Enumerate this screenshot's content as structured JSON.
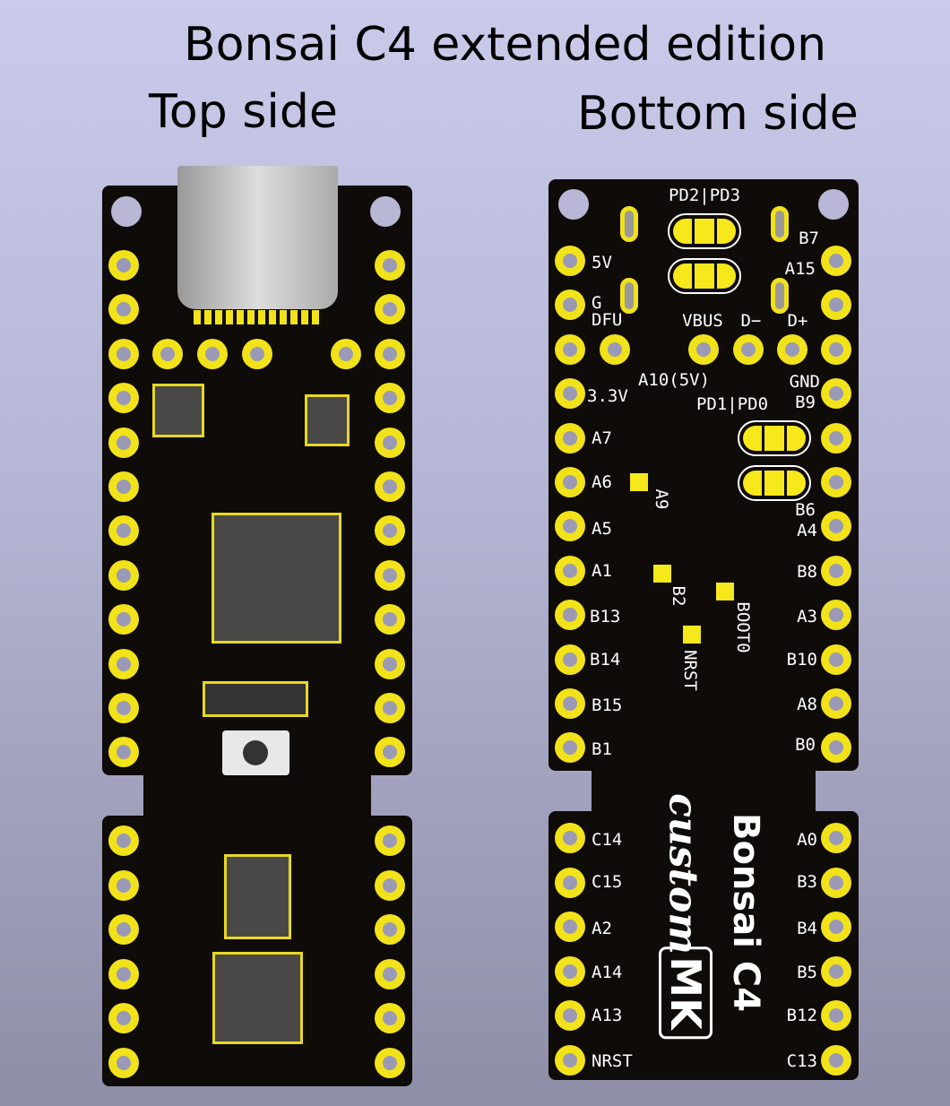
{
  "title": "Bonsai C4 extended edition",
  "top_side": {
    "heading": "Top side"
  },
  "bottom_side": {
    "heading": "Bottom side",
    "left_labels": [
      "5V",
      "G",
      "DFU",
      "3.3V",
      "A7",
      "A6",
      "A5",
      "A1",
      "B13",
      "B14",
      "B15",
      "B1"
    ],
    "right_labels": [
      "B7",
      "A15",
      "GND",
      "B9",
      "B6",
      "A4",
      "B8",
      "A3",
      "B10",
      "A8",
      "B0"
    ],
    "lower_left_labels": [
      "C14",
      "C15",
      "A2",
      "A14",
      "A13",
      "NRST"
    ],
    "lower_right_labels": [
      "A0",
      "B3",
      "B4",
      "B5",
      "B12",
      "C13"
    ],
    "center_labels": {
      "pd2_pd3": "PD2|PD3",
      "vbus": "VBUS",
      "dminus": "D−",
      "dplus": "D+",
      "a10": "A10(5V)",
      "pd1_pd0": "PD1|PD0",
      "a9": "A9",
      "b2": "B2",
      "boot0": "BOOT0",
      "nrst": "NRST"
    },
    "logo": {
      "name": "Bonsai C4",
      "script": "custom",
      "badge": "MK"
    }
  },
  "colors": {
    "pcb": "#0e0b09",
    "copper": "#f2e21a",
    "silkscreen": "#ffffff"
  }
}
